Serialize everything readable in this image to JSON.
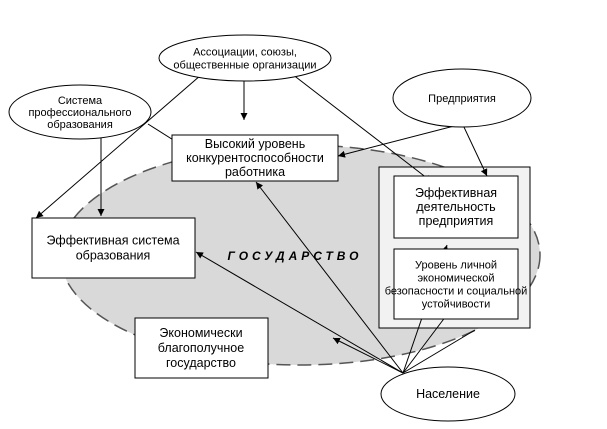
{
  "nodes": {
    "associations": {
      "lines": [
        "Ассоциации, союзы,",
        "общественные организации"
      ]
    },
    "prof_education_system": {
      "lines": [
        "Система",
        "профессионального",
        "образования"
      ]
    },
    "enterprises": {
      "lines": [
        "Предприятия"
      ]
    },
    "high_competitiveness": {
      "lines": [
        "Высокий уровень",
        "конкурентоспособности",
        "работника"
      ]
    },
    "effective_enterprise": {
      "lines": [
        "Эффективная",
        "деятельность",
        "предприятия"
      ]
    },
    "effective_education": {
      "lines": [
        "Эффективная система",
        "образования"
      ]
    },
    "personal_security": {
      "lines": [
        "Уровень личной",
        "экономической",
        "безопасности и социальной",
        "устойчивости"
      ]
    },
    "prosperous_state": {
      "lines": [
        "Экономически",
        "благополучное",
        "государство"
      ]
    },
    "population": {
      "lines": [
        "Население"
      ]
    },
    "state_label": {
      "text": "ГОСУДАРСТВО"
    }
  }
}
